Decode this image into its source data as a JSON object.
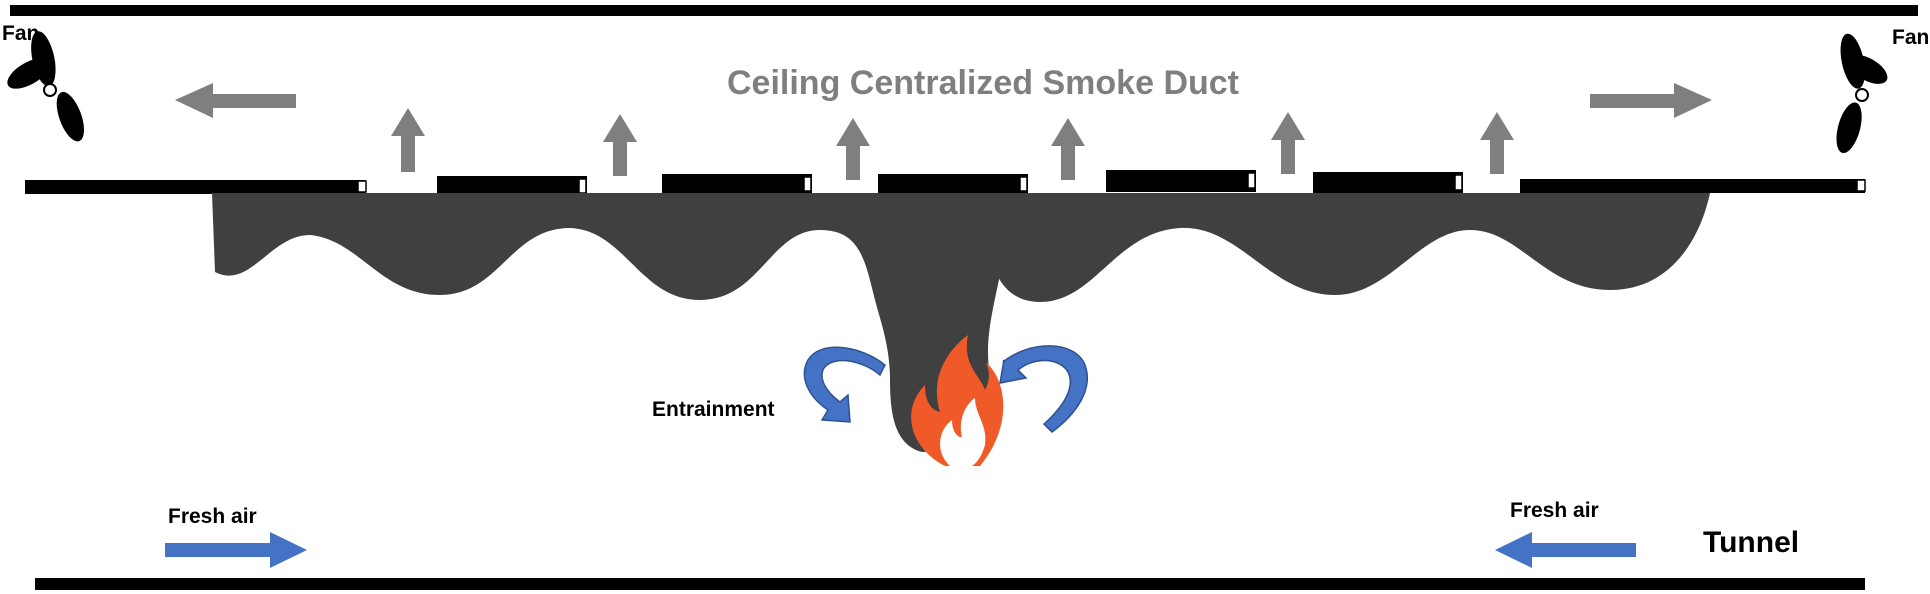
{
  "labels": {
    "duct_title": "Ceiling Centralized Smoke Duct",
    "fan_left": "Fan",
    "fan_right": "Fan",
    "entrainment": "Entrainment",
    "fresh_air_left": "Fresh air",
    "fresh_air_right": "Fresh air",
    "tunnel": "Tunnel"
  },
  "colors": {
    "wall": "#000000",
    "smoke": "#404040",
    "flow_arrow": "#7f7f7f",
    "fresh_air_arrow": "#4472c4",
    "entrainment_arrow": "#4472c4",
    "fire_outer": "#f05a28",
    "fire_inner": "#ffffff"
  },
  "icons": {
    "fan": "fan-icon",
    "fire": "flame-icon"
  }
}
